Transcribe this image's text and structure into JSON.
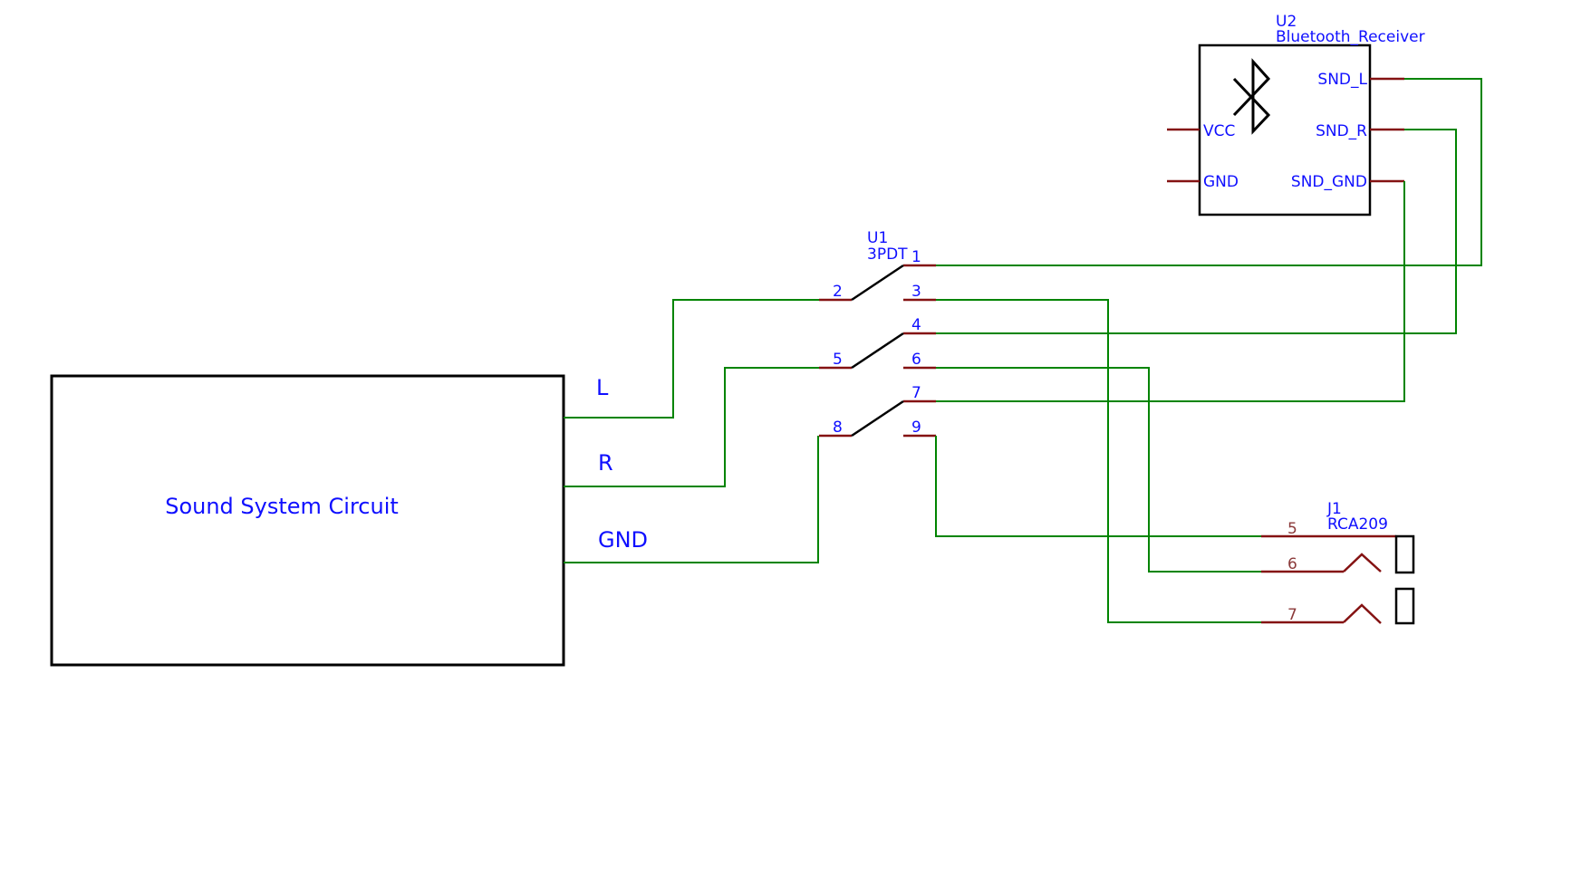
{
  "colors": {
    "background": "#ffffff",
    "wire": "#008400",
    "pin": "#841212",
    "label_blue": "#0f0fff",
    "j1_pin_number": "#8b3a3a",
    "outline": "#000000"
  },
  "sound_box": {
    "label": "Sound System Circuit",
    "ports": {
      "l": "L",
      "r": "R",
      "gnd": "GND"
    }
  },
  "u1": {
    "ref": "U1",
    "value": "3PDT",
    "pin_numbers": [
      "1",
      "2",
      "3",
      "4",
      "5",
      "6",
      "7",
      "8",
      "9"
    ]
  },
  "u2": {
    "ref": "U2",
    "value": "Bluetooth_Receiver",
    "pins": {
      "vcc": "VCC",
      "gnd": "GND",
      "snd_l": "SND_L",
      "snd_r": "SND_R",
      "snd_gnd": "SND_GND"
    }
  },
  "j1": {
    "ref": "J1",
    "value": "RCA209",
    "pin_numbers": [
      "5",
      "6",
      "7"
    ]
  }
}
